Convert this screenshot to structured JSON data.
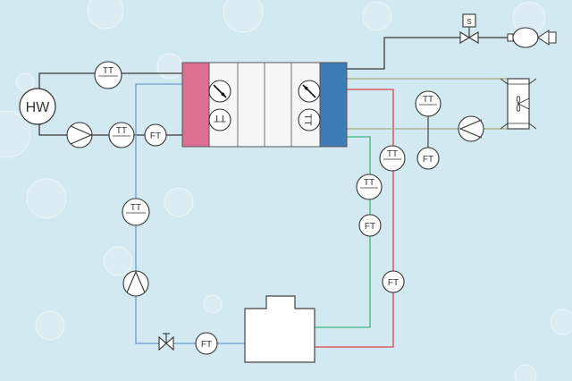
{
  "colors": {
    "background": "#d3e9f1",
    "hot_side": "#dd6f93",
    "cold_side": "#3f7cb5",
    "line_black": "#3a3a3a",
    "line_blue": "#6e9ed1",
    "line_red": "#d8464a",
    "line_green": "#3fb57d",
    "line_olive": "#a4ad7a"
  },
  "labels": {
    "heat_source": "HW",
    "tt": "TT",
    "ft": "FT",
    "solenoid": "S"
  },
  "icons": {
    "pump": "pump-triangle-icon",
    "valve": "bowtie-valve-icon",
    "gauge": "gauge-needle-icon",
    "fan": "fan-icon",
    "motor": "motor-icon",
    "tank": "tank-icon"
  }
}
